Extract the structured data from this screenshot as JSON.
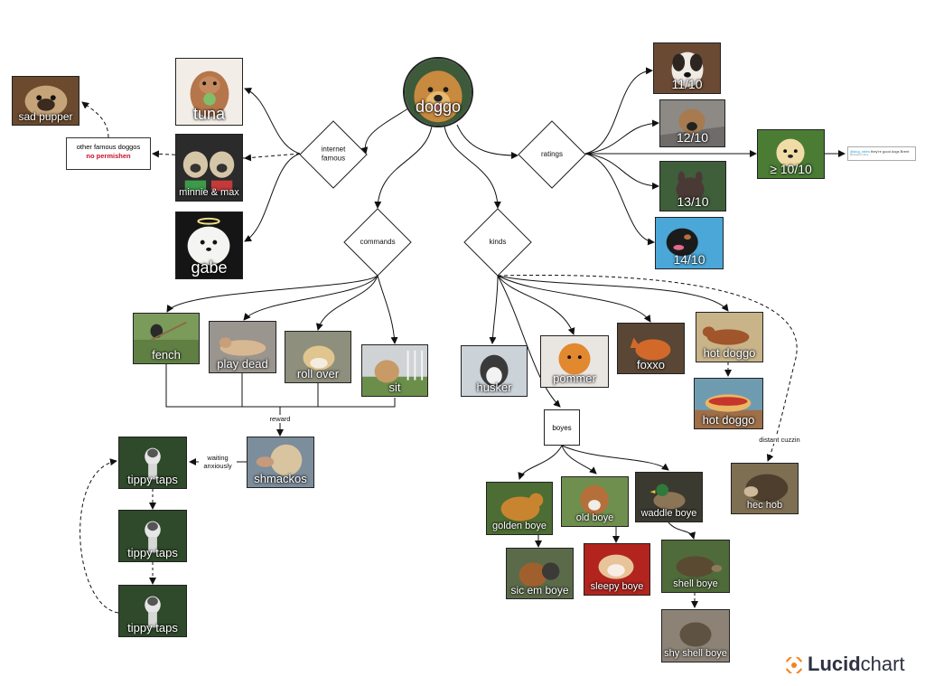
{
  "diagram": {
    "center": {
      "label": "doggo"
    },
    "decisions": {
      "internet_famous": {
        "line1": "internet",
        "line2": "famous"
      },
      "ratings": {
        "label": "ratings"
      },
      "commands": {
        "label": "commands"
      },
      "kinds": {
        "label": "kinds"
      }
    },
    "famous": {
      "tuna": "tuna",
      "minnie_max": "minnie & max",
      "gabe": "gabe",
      "sad_pupper": "sad pupper",
      "note_line1": "other famous doggos",
      "note_line2": "no permishen"
    },
    "ratings": {
      "r11": "11/10",
      "r12": "12/10",
      "r13": "13/10",
      "r14": "14/10",
      "r10": "≥ 10/10",
      "tweet_handle": "@dog_rates",
      "tweet_text": "they're good dogs Brent",
      "tweet_meta": "Retweets   Likes"
    },
    "commands": {
      "fench": "fench",
      "play_dead": "play dead",
      "roll_over": "roll over",
      "sit": "sit",
      "reward": "reward",
      "shmackos": "shmackos",
      "waiting_line1": "waiting",
      "waiting_line2": "anxiously",
      "tippy1": "tippy taps",
      "tippy2": "tippy taps",
      "tippy3": "tippy taps"
    },
    "kinds": {
      "husker": "husker",
      "pommer": "pommer",
      "foxxo": "foxxo",
      "hot_doggo1": "hot doggo",
      "hot_doggo2": "hot doggo",
      "distant_cuzzin": "distant cuzzin",
      "heck_hob": "hec hob",
      "boyes": "boyes",
      "golden_boye": "golden boye",
      "old_boye": "old boye",
      "waddle_boye": "waddle boye",
      "sic_em_boye": "sic em boye",
      "sleepy_boye": "sleepy boye",
      "shell_boye": "shell boye",
      "shy_shell_boye": "shy shell boye"
    }
  },
  "brand": {
    "light": "Lucid",
    "bold": "chart",
    "accent": "#f58220"
  }
}
